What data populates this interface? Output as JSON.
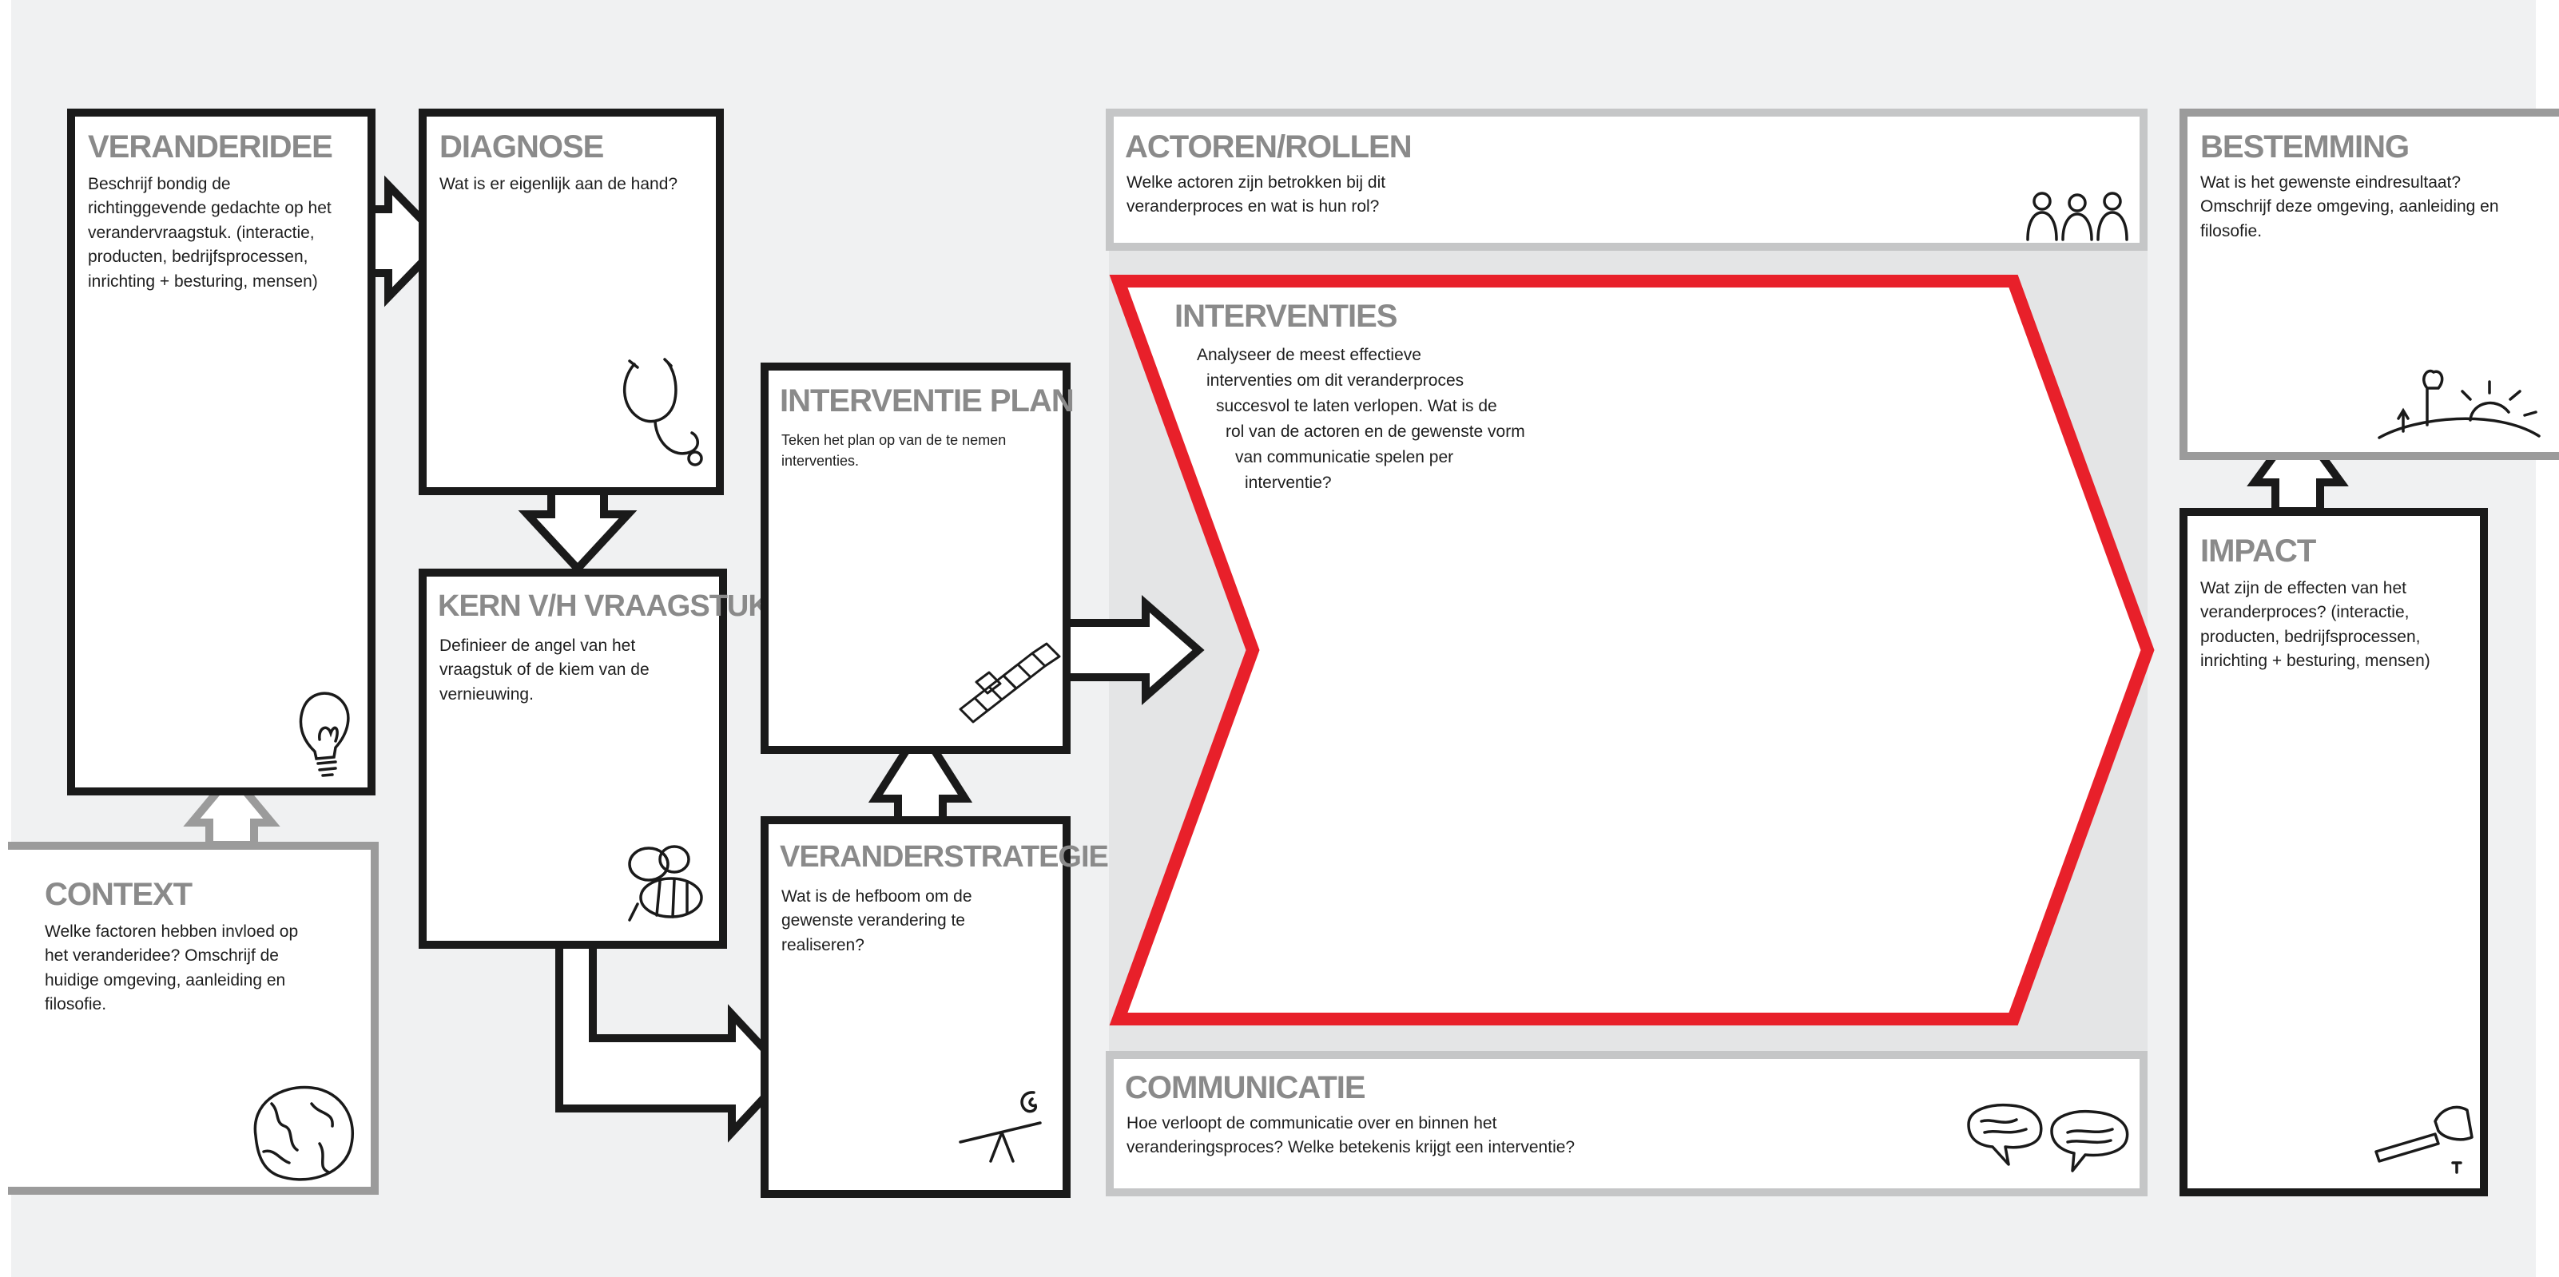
{
  "colors": {
    "background": "#f0f1f2",
    "band": "#e4e5e6",
    "box_border": "#1a1a1a",
    "context_border": "#9b9b9b",
    "interventions_border": "#e8202a",
    "title_text": "#8a8a8a"
  },
  "boxes": {
    "veranderidee": {
      "title": "VERANDERIDEE",
      "text": "Beschrijf bondig de\nrichtinggevende gedachte op het\nverandervraagstuk. (interactie,\nproducten, bedrijfsprocessen,\ninrichting + besturing, mensen)",
      "icon": "lightbulb-icon"
    },
    "diagnose": {
      "title": "DIAGNOSE",
      "text": "Wat is er eigenlijk aan de hand?",
      "icon": "stethoscope-icon"
    },
    "kern": {
      "title": "KERN V/H VRAAGSTUK",
      "text": "Definieer de angel van het\nvraagstuk  of de kiem van de\nvernieuwing.",
      "icon": "bee-icon"
    },
    "context": {
      "title": "CONTEXT",
      "text": "Welke factoren hebben invloed op\nhet veranderidee? Omschrijf de\nhuidige omgeving, aanleiding en\nfilosofie.",
      "icon": "globe-icon"
    },
    "interventie_plan": {
      "title": "INTERVENTIE PLAN",
      "text": "Teken het plan op van de te nemen\ninterventies.",
      "icon": "hopscotch-icon"
    },
    "veranderstrategie": {
      "title": "VERANDERSTRATEGIE",
      "text": "Wat is de hefboom om de\ngewenste verandering te\nrealiseren?",
      "icon": "lever-icon"
    },
    "actoren": {
      "title": "ACTOREN/ROLLEN",
      "text": "Welke actoren zijn betrokken bij dit\nveranderproces en wat is hun rol?",
      "icon": "people-icon"
    },
    "interventies": {
      "title": "INTERVENTIES",
      "lines": [
        "Analyseer de meest effectieve",
        "interventies om dit veranderproces",
        "succesvol te laten verlopen. Wat is de",
        "rol van de actoren en de gewenste vorm",
        "van communicatie spelen per",
        "interventie?"
      ]
    },
    "communicatie": {
      "title": "COMMUNICATIE",
      "text": "Hoe verloopt de communicatie over en binnen het\nveranderingsproces? Welke betekenis krijgt een interventie?",
      "icon": "speech-bubbles-icon"
    },
    "bestemming": {
      "title": "BESTEMMING",
      "text": "Wat is het gewenste eindresultaat?\nOmschrijf deze omgeving, aanleiding en\nfilosofie.",
      "icon": "landscape-sun-icon"
    },
    "impact": {
      "title": "IMPACT",
      "text": "Wat zijn de effecten van het\nveranderproces? (interactie,\nproducten, bedrijfsprocessen,\ninrichting + besturing, mensen)",
      "icon": "hammer-icon"
    }
  }
}
